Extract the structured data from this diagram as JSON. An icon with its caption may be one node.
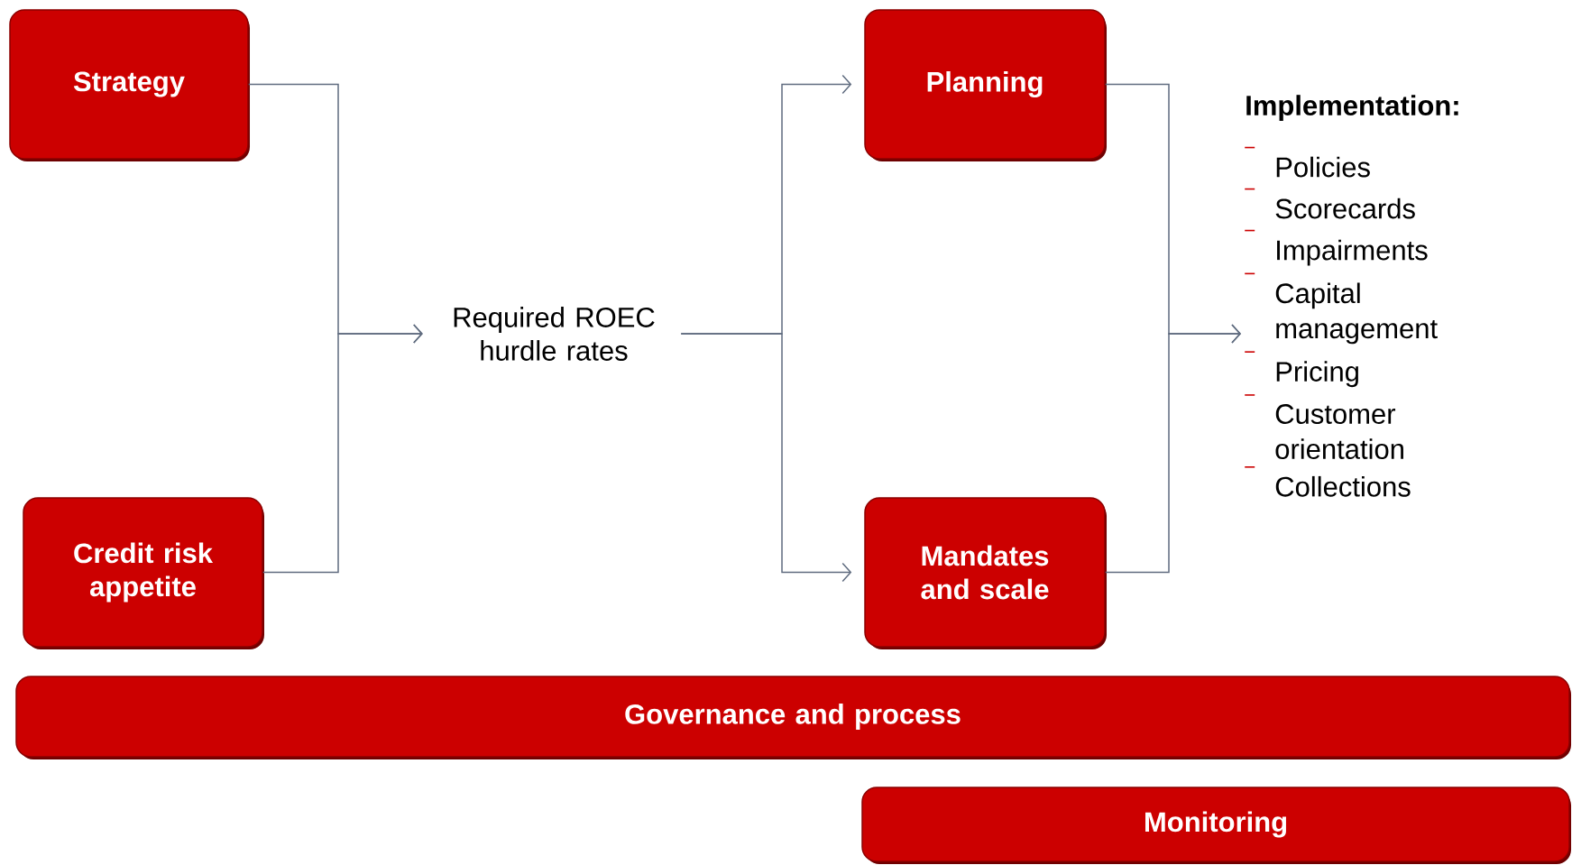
{
  "diagram": {
    "nodes": [
      {
        "text": [
          "Strategy"
        ]
      },
      {
        "text": [
          "Credit risk appetite"
        ]
      },
      {
        "text": [
          "Required ROEC hurdle rates"
        ]
      },
      {
        "text": [
          "Planning"
        ]
      },
      {
        "text": [
          "Mandates and scale"
        ]
      },
      {
        "text": [
          "Implementation:",
          "Policies",
          "Scorecards",
          "Impairments",
          "Capital management",
          "Pricing",
          "Customer orientation",
          "Collections"
        ]
      },
      {
        "text": [
          "Governance and process"
        ]
      },
      {
        "text": [
          "Monitoring"
        ]
      }
    ],
    "edges": [
      {
        "from": 0,
        "to": 2,
        "arrow": "to"
      },
      {
        "from": 1,
        "to": 2,
        "arrow": "to"
      },
      {
        "from": 2,
        "to": 3,
        "arrow": "to"
      },
      {
        "from": 2,
        "to": 4,
        "arrow": "to"
      },
      {
        "from": 3,
        "to": 5,
        "arrow": "to"
      },
      {
        "from": 4,
        "to": 5,
        "arrow": "to"
      }
    ]
  }
}
